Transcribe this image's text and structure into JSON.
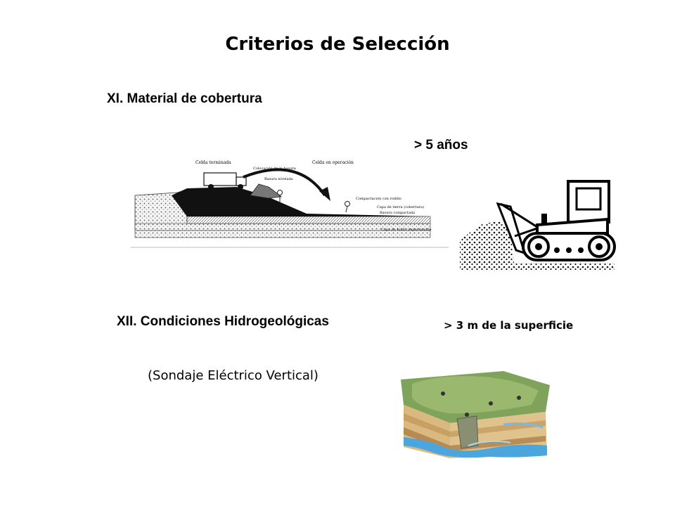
{
  "slide": {
    "title": "Criterios de Selección",
    "section_1": {
      "heading": "XI. Material de cobertura",
      "requirement": "> 5 años",
      "figure_labels": {
        "finished_cell": "Celda terminada",
        "operating_cell": "Celda en operación",
        "waste_placement": "Colocación de la basura",
        "leveled_waste": "Basura nivelada",
        "compaction": "Compactación con rodillo",
        "cover_layer": "Capa de tierra (cobertura)",
        "compacted_waste": "Basura compactada",
        "impermeable_base": "Capa de fondo impermeable"
      }
    },
    "section_2": {
      "heading": "XII. Condiciones Hidrogeológicas",
      "requirement": "> 3 m de la superficie",
      "method": "(Sondaje Eléctrico Vertical)"
    }
  }
}
